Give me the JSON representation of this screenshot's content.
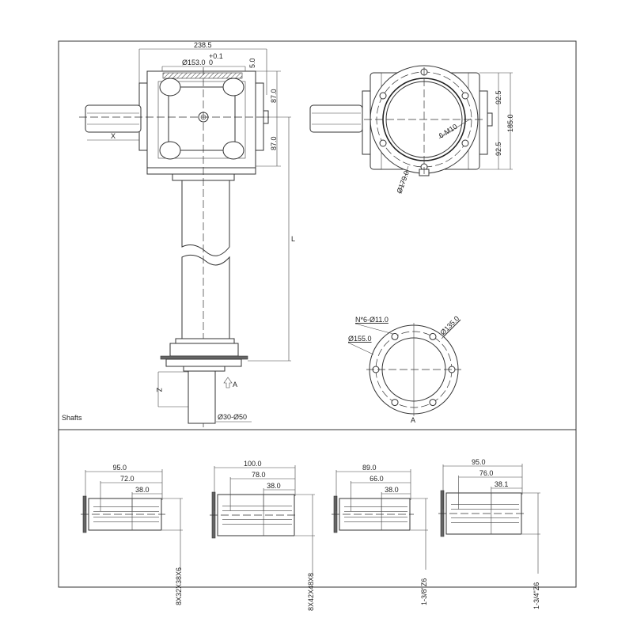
{
  "front_view": {
    "width_dim": "238.5",
    "bore_dim": "Ø153.0",
    "bore_tol_upper": "+0.1",
    "bore_tol_lower": "0",
    "chamfer_dim": "5.0",
    "upper_half_dim": "87.0",
    "lower_half_dim": "87.0",
    "length_label": "L",
    "input_length_label": "X",
    "output_length_label": "Z",
    "view_arrow_label": "A",
    "output_shaft_dim": "Ø30-Ø50"
  },
  "side_view": {
    "upper_dim": "92.5",
    "lower_dim": "92.5",
    "height_dim": "185.0",
    "bolt_circle_dim": "Ø179.0",
    "bolt_label": "6-M10"
  },
  "flange_view": {
    "holes_label": "N*6-Ø11.0",
    "outer_dim": "Ø155.0",
    "pcd_dim": "Ø135.0",
    "view_label": "A"
  },
  "section_label": "Shafts",
  "shafts": [
    {
      "total": "95.0",
      "mid": "72.0",
      "short": "38.0",
      "spec": "8X32X38X6"
    },
    {
      "total": "100.0",
      "mid": "78.0",
      "short": "38.0",
      "spec": "8X42X48X8"
    },
    {
      "total": "89.0",
      "mid": "66.0",
      "short": "38.0",
      "spec": "1-3/8\"Z6"
    },
    {
      "total": "95.0",
      "mid": "76.0",
      "short": "38.1",
      "spec": "1-3/4\"Z6"
    }
  ]
}
